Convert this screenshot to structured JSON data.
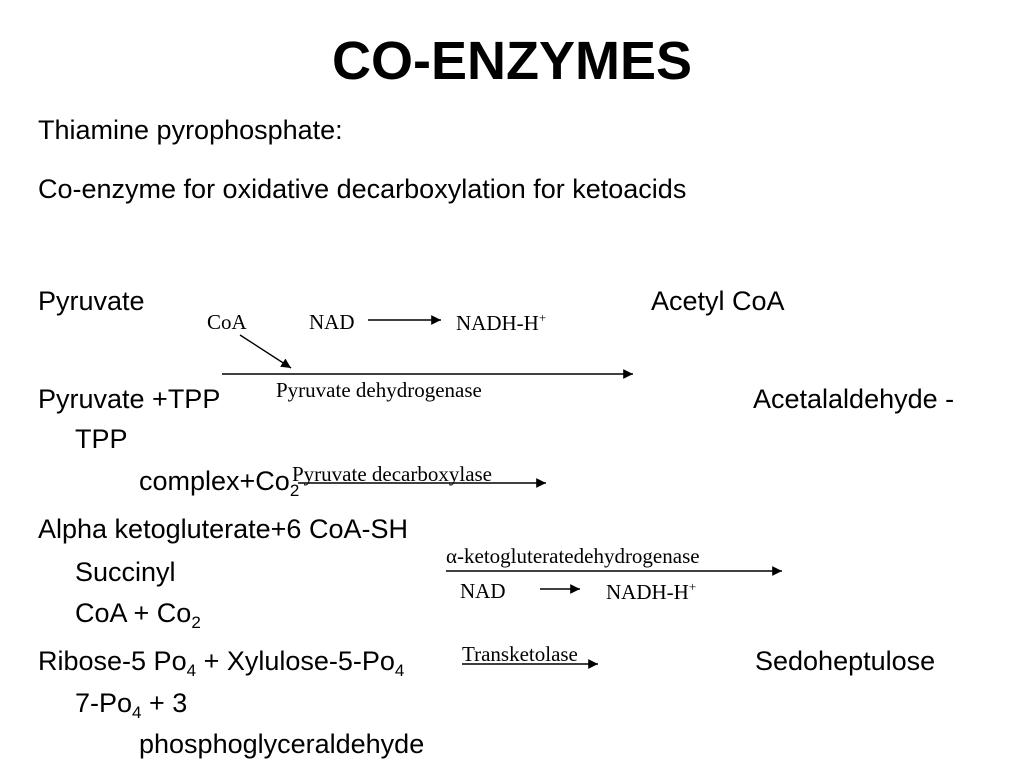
{
  "title": "CO-ENZYMES",
  "intro": {
    "line1": "Thiamine pyrophosphate:",
    "line2": "Co-enzyme for oxidative decarboxylation for ketoacids"
  },
  "reaction1": {
    "substrate": "Pyruvate",
    "product": "Acetyl CoA",
    "cofactor_coa": "CoA",
    "cofactor_nad": "NAD",
    "cofactor_nadh": "NADH-H",
    "cofactor_nadh_sup": "+",
    "enzyme": "Pyruvate dehydrogenase"
  },
  "reaction2": {
    "substrate": "Pyruvate +TPP",
    "product_a": "Acetalaldehyde -",
    "product_b": "TPP",
    "product_c": "complex+Co",
    "product_c_sub": "2",
    "enzyme": "Pyruvate decarboxylase"
  },
  "reaction3": {
    "substrate": "Alpha ketogluterate+6 CoA-SH",
    "product_a": "Succinyl",
    "product_b": "CoA + Co",
    "product_b_sub": "2",
    "enzyme_symbol": "α",
    "enzyme": "-ketogluteratedehydrogenase",
    "cofactor_nad": "NAD",
    "cofactor_nadh": "NADH-H",
    "cofactor_nadh_sup": "+"
  },
  "reaction4": {
    "substrate_a": "Ribose-5 Po",
    "substrate_a_sub": "4",
    "substrate_b": " + Xylulose-5-Po",
    "substrate_b_sub": "4",
    "enzyme": "Transketolase",
    "product_a": "Sedoheptulose",
    "product_b": "7-Po",
    "product_b_sub": "4",
    "product_c": " + 3",
    "product_d": "phosphoglyceraldehyde"
  }
}
